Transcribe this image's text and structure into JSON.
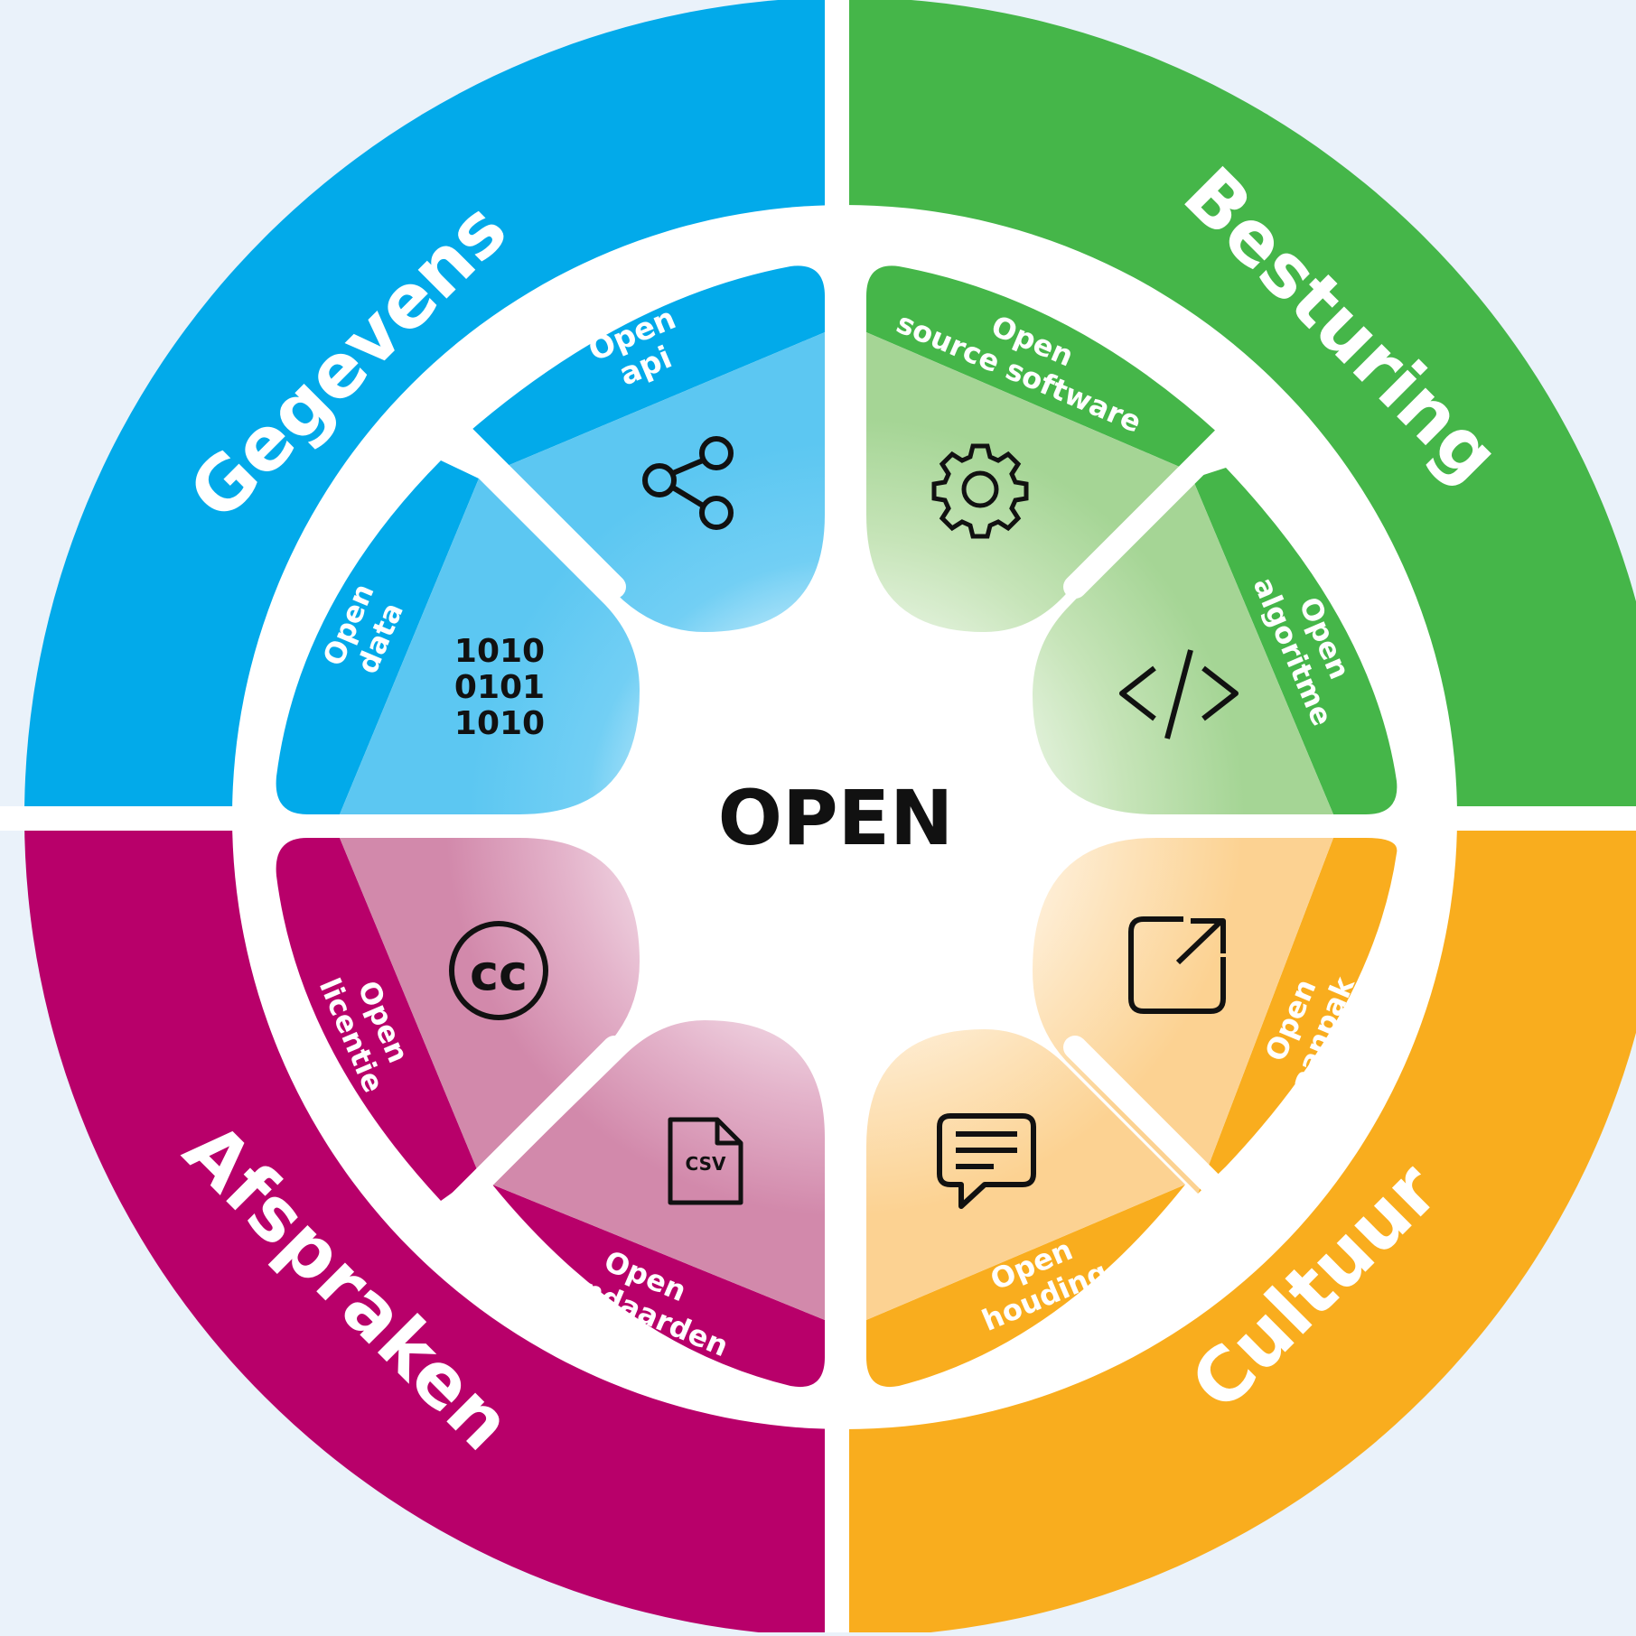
{
  "center": {
    "title": "OPEN"
  },
  "quadrants": [
    {
      "id": "gegevens",
      "label": "Gegevens",
      "color": "#02aaea"
    },
    {
      "id": "besturing",
      "label": "Besturing",
      "color": "#45b649"
    },
    {
      "id": "cultuur",
      "label": "Cultuur",
      "color": "#f9ad1e"
    },
    {
      "id": "afspraken",
      "label": "Afspraken",
      "color": "#b8006a"
    }
  ],
  "segments": [
    {
      "id": "open-api",
      "line1": "Open",
      "line2": "api",
      "icon": "share-icon"
    },
    {
      "id": "open-source-software",
      "line1": "Open",
      "line2": "source software",
      "icon": "gear-icon"
    },
    {
      "id": "open-algoritme",
      "line1": "Open",
      "line2": "algoritme",
      "icon": "code-icon"
    },
    {
      "id": "open-aanpak",
      "line1": "Open",
      "line2": "aanpak",
      "icon": "external-link-icon"
    },
    {
      "id": "open-houding",
      "line1": "Open",
      "line2": "houding",
      "icon": "chat-icon"
    },
    {
      "id": "open-standaarden",
      "line1": "Open",
      "line2": "standaarden",
      "icon": "csv-file-icon",
      "icon_text": "CSV"
    },
    {
      "id": "open-licentie",
      "line1": "Open",
      "line2": "licentie",
      "icon": "creative-commons-icon",
      "icon_text": "cc"
    },
    {
      "id": "open-data",
      "line1": "Open",
      "line2": "data",
      "icon": "binary-icon",
      "icon_lines": [
        "1010",
        "0101",
        "1010"
      ]
    }
  ]
}
